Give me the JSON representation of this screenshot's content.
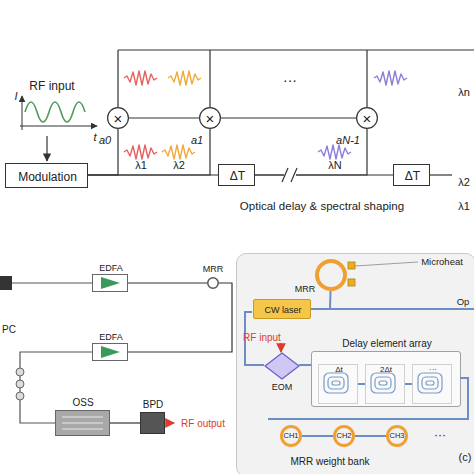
{
  "diagram": {
    "nodes": [
      {
        "text": [
          "Modulation"
        ]
      },
      {
        "text": [
          "×"
        ]
      },
      {
        "text": [
          "×"
        ]
      },
      {
        "text": [
          "×"
        ]
      },
      {
        "text": [
          "ΔT"
        ]
      },
      {
        "text": [
          "ΔT"
        ]
      },
      {
        "text": [
          "EDFA"
        ]
      },
      {
        "text": [
          "MRR"
        ]
      },
      {
        "text": [
          "EDFA"
        ]
      },
      {
        "text": [
          "OSS"
        ]
      },
      {
        "text": [
          "BPD"
        ]
      },
      {
        "text": [
          "(c)"
        ]
      },
      {
        "text": [
          "CW laser"
        ],
        "in": 11
      },
      {
        "text": [
          "MRR"
        ],
        "in": 11
      },
      {
        "text": [
          "EOM"
        ],
        "in": 11
      },
      {
        "text": [
          "Delay element array"
        ],
        "in": 11
      },
      {
        "text": [
          "Δt"
        ],
        "in": 15
      },
      {
        "text": [
          "2Δt"
        ],
        "in": 15
      },
      {
        "text": [
          "···"
        ],
        "in": 15
      },
      {
        "text": [
          "CH1"
        ],
        "in": 11
      },
      {
        "text": [
          "CH2"
        ],
        "in": 11
      },
      {
        "text": [
          "CH3"
        ],
        "in": 11
      }
    ],
    "edges": [
      {
        "from": 0,
        "to": 1,
        "arrow": "none"
      },
      {
        "from": 0,
        "to": 2,
        "arrow": "none"
      },
      {
        "from": 0,
        "to": 4,
        "arrow": "none"
      },
      {
        "from": 4,
        "to": 3,
        "arrow": "none"
      },
      {
        "from": 4,
        "to": 5,
        "arrow": "none"
      },
      {
        "from": 1,
        "to": 2,
        "arrow": "none"
      },
      {
        "from": 2,
        "to": 3,
        "arrow": "none"
      },
      {
        "from": 6,
        "to": 7,
        "arrow": "none"
      },
      {
        "from": 7,
        "to": 8,
        "arrow": "none"
      },
      {
        "from": 9,
        "to": 10,
        "arrow": "none"
      },
      {
        "from": 12,
        "to": 13,
        "arrow": "none"
      },
      {
        "from": 14,
        "to": 15,
        "arrow": "none"
      },
      {
        "from": 16,
        "to": 17,
        "arrow": "none"
      },
      {
        "from": 17,
        "to": 18,
        "arrow": "none"
      },
      {
        "from": 19,
        "to": 20,
        "arrow": "none"
      },
      {
        "from": 20,
        "to": 21,
        "arrow": "none"
      }
    ],
    "labels": [
      "RF input",
      "I",
      "t",
      "a0",
      "a1",
      "aN-1",
      "λ1",
      "λ2",
      "λN",
      "···",
      "λn",
      "λ2",
      "λ1",
      "Optical delay & spectral shaping",
      "PC",
      "RF output",
      "Microheat",
      "Op",
      "RF input",
      "···",
      "MRR weight bank"
    ]
  }
}
